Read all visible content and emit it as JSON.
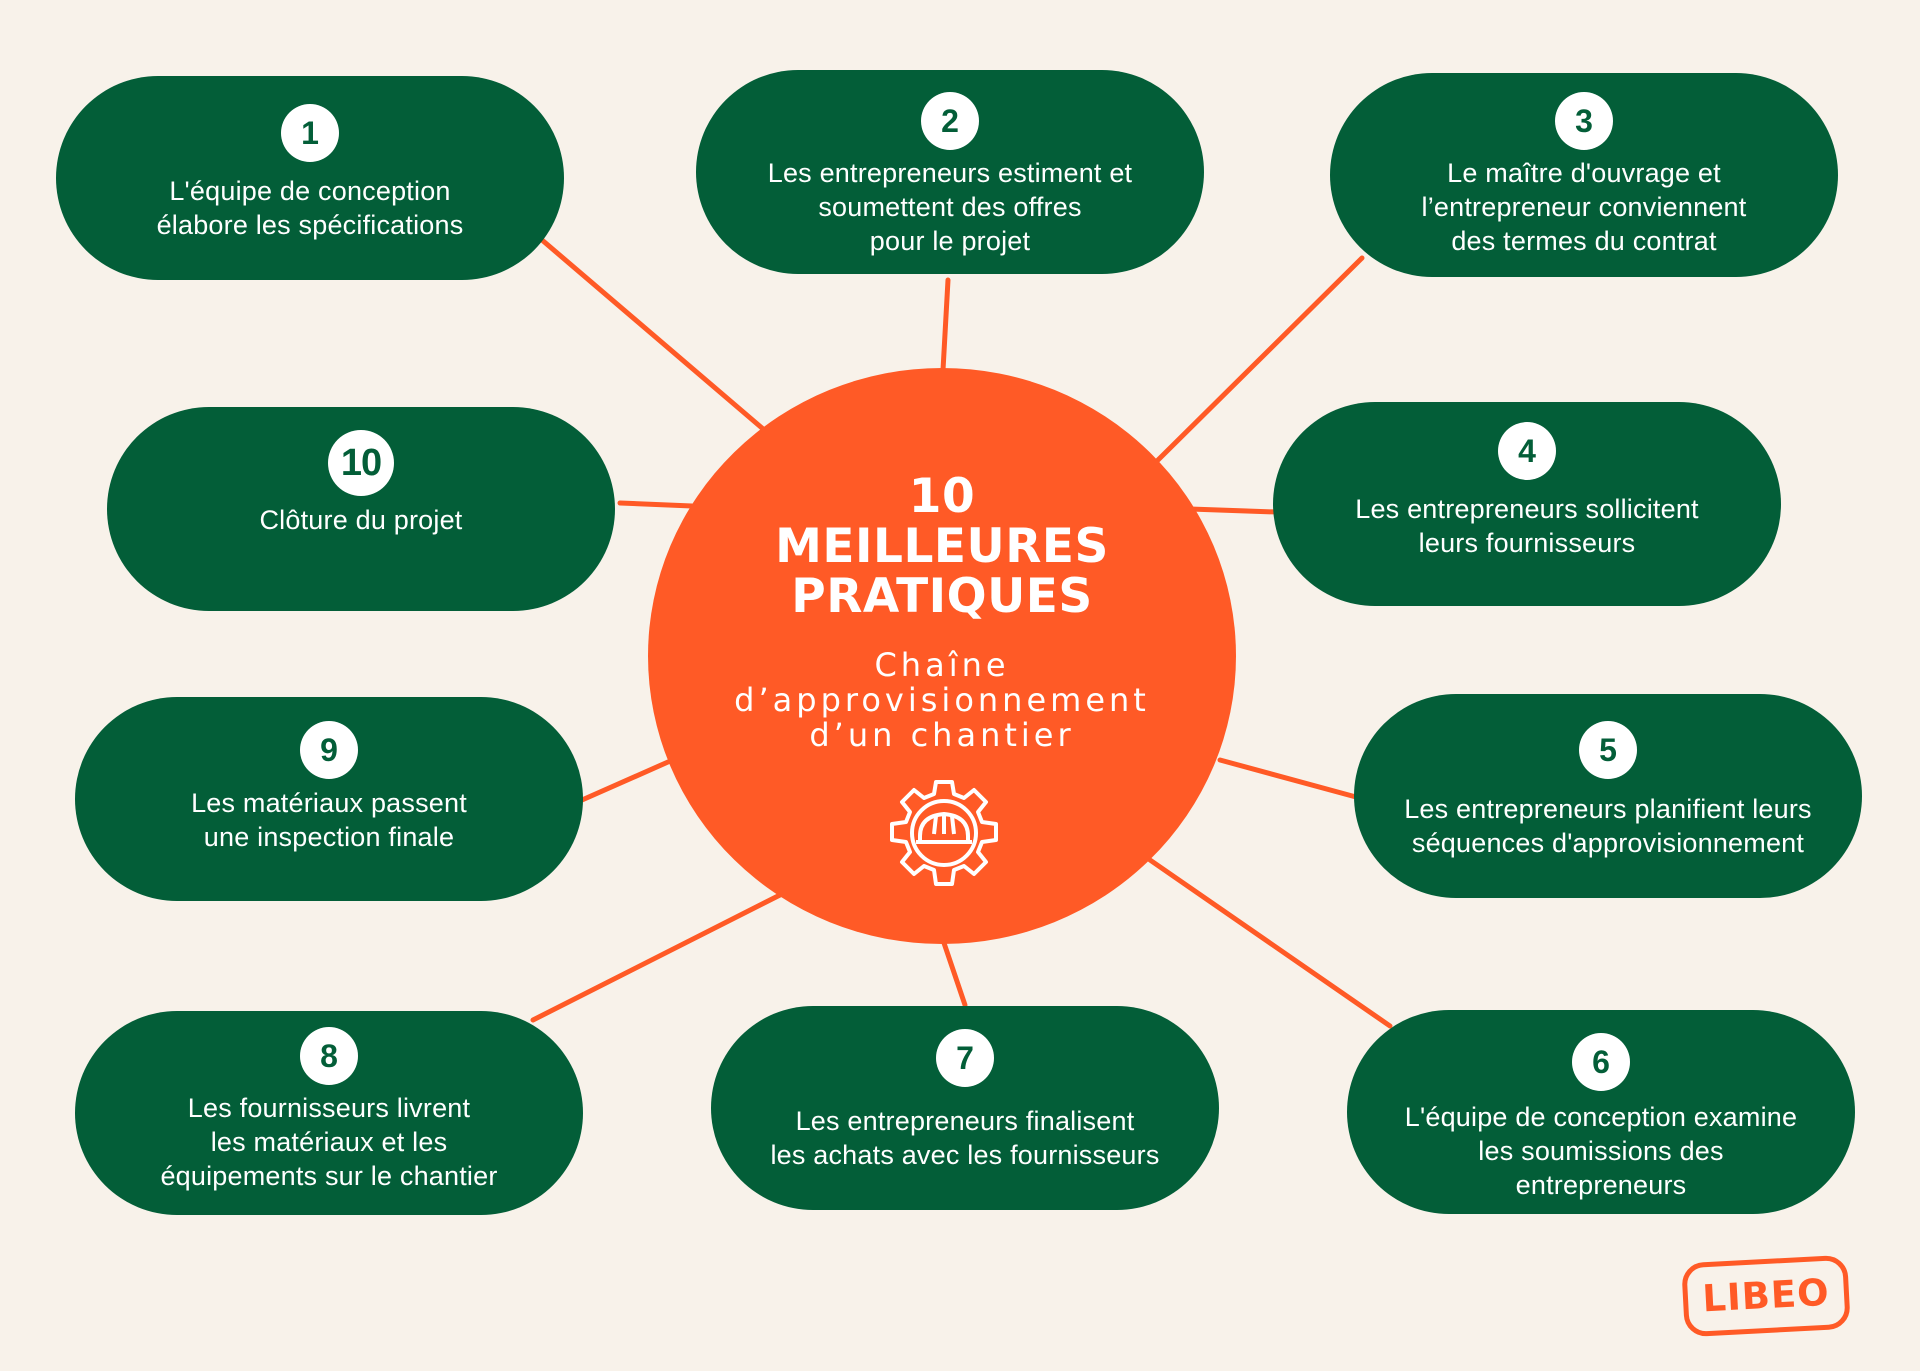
{
  "center": {
    "title_lines": [
      "10",
      "MEILLEURES",
      "PRATIQUES"
    ],
    "subtitle_lines": [
      "Chaîne",
      "d’approvisionnement",
      "d’un chantier"
    ],
    "icon": "gear-hard-hat-icon"
  },
  "steps": [
    {
      "number": "1",
      "lines": [
        "L'équipe de conception",
        "élabore les spécifications"
      ]
    },
    {
      "number": "2",
      "lines": [
        "Les entrepreneurs estiment et",
        "soumettent des offres",
        "pour le projet"
      ]
    },
    {
      "number": "3",
      "lines": [
        "Le maître d'ouvrage et",
        "l’entrepreneur conviennent",
        "des termes du contrat"
      ]
    },
    {
      "number": "4",
      "lines": [
        "Les entrepreneurs sollicitent",
        "leurs fournisseurs"
      ]
    },
    {
      "number": "5",
      "lines": [
        "Les entrepreneurs planifient leurs",
        "séquences d'approvisionnement"
      ]
    },
    {
      "number": "6",
      "lines": [
        "L'équipe de conception examine",
        "les soumissions des",
        "entrepreneurs"
      ]
    },
    {
      "number": "7",
      "lines": [
        "Les entrepreneurs finalisent",
        "les achats avec les fournisseurs"
      ]
    },
    {
      "number": "8",
      "lines": [
        "Les fournisseurs livrent",
        "les matériaux et les",
        "équipements sur le chantier"
      ]
    },
    {
      "number": "9",
      "lines": [
        "Les matériaux passent",
        "une inspection finale"
      ]
    },
    {
      "number": "10",
      "lines": [
        "Clôture du projet"
      ]
    }
  ],
  "logo": {
    "text": "LIBEO"
  },
  "colors": {
    "background": "#f8f2ea",
    "pill": "#035e38",
    "accent": "#ff5a26",
    "text_light": "#ffffff"
  }
}
